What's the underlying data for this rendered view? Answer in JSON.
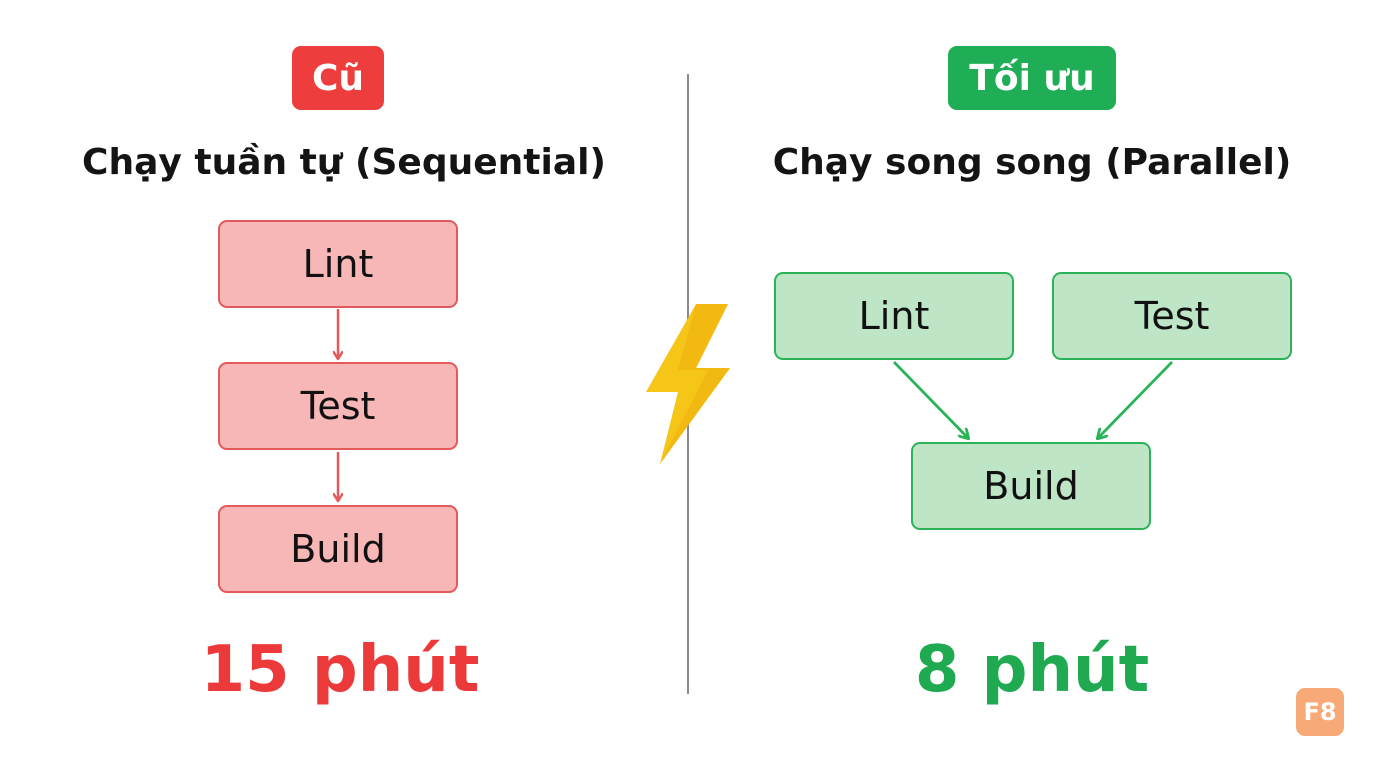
{
  "left": {
    "badge": "Cũ",
    "title": "Chạy tuần tự (Sequential)",
    "steps": [
      "Lint",
      "Test",
      "Build"
    ],
    "time": "15 phút"
  },
  "right": {
    "badge": "Tối ưu",
    "title": "Chạy song song (Parallel)",
    "parallel_steps": [
      "Lint",
      "Test"
    ],
    "final_step": "Build",
    "time": "8 phút"
  },
  "logo": "F8",
  "colors": {
    "old_accent": "#ee3d3d",
    "new_accent": "#1fae56",
    "old_node_fill": "#f8b7b7",
    "new_node_fill": "#bee6c6",
    "bolt": "#f5c518"
  },
  "icons": {
    "center": "lightning-bolt-icon"
  }
}
